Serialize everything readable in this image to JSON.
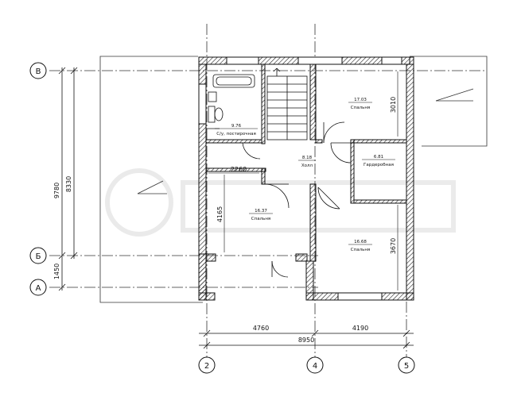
{
  "axes": {
    "row_top": "В",
    "row_mid": "Б",
    "row_bot": "А",
    "col_left": "2",
    "col_mid": "4",
    "col_right": "5"
  },
  "dimensions": {
    "overall_vertical": "9780",
    "inner_vertical": "8330",
    "small_vertical": "1450",
    "left_span": "4760",
    "right_span": "4190",
    "overall_horizontal": "8950",
    "bath_width": "2260",
    "room_left_height": "4165",
    "bedroom_ne_height": "3010",
    "bedroom_se_height": "3670"
  },
  "rooms": {
    "bath_area": "9.76",
    "bath_name": "С/у, постирочная",
    "hall_area": "8.18",
    "hall_name": "Холл",
    "bed_ne_area": "17.03",
    "bed_ne_name": "Спальня",
    "dress_area": "6.81",
    "dress_name": "Гардеробная",
    "bed_w_area": "16.37",
    "bed_w_name": "Спальня",
    "bed_se_area": "16.68",
    "bed_se_name": "Спальня"
  }
}
